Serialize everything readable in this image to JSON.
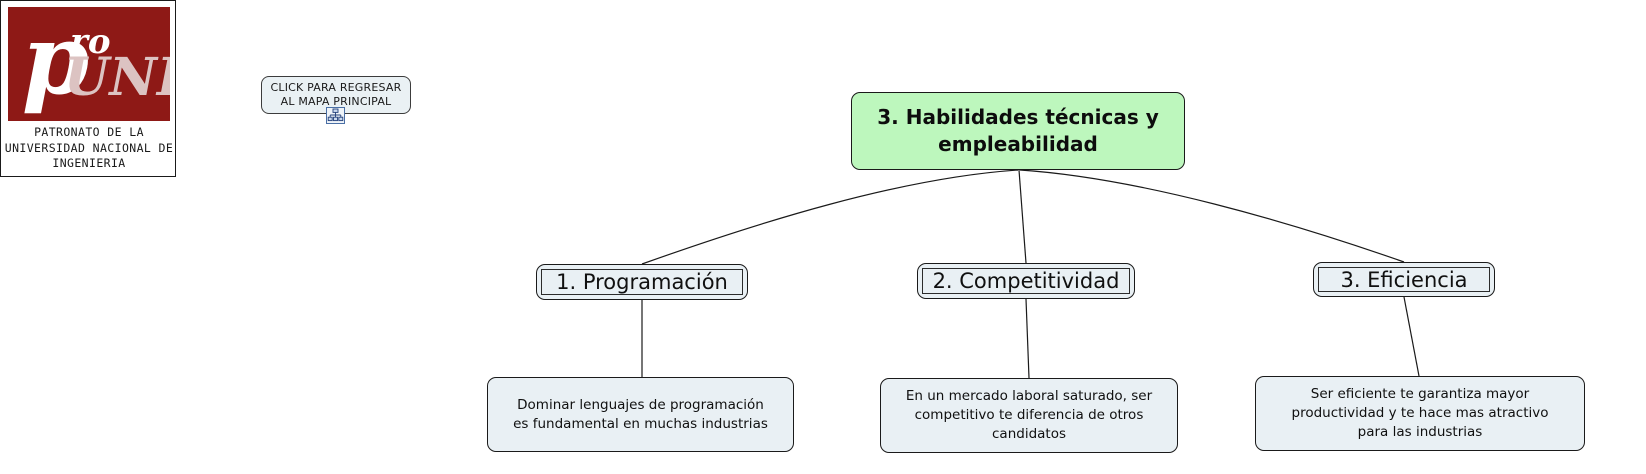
{
  "logo": {
    "brand_primary": "pro",
    "brand_secondary": "UNI",
    "caption": "PATRONATO DE LA\nUNIVERSIDAD NACIONAL\nDE INGENIERIA",
    "color_red": "#8e1916"
  },
  "return_button": {
    "label": "CLICK PARA REGRESAR\nAL MAPA PRINCIPAL",
    "icon": "mindmap-icon"
  },
  "mindmap": {
    "root": {
      "label": "3. Habilidades técnicas y empleabilidad",
      "color": "#bdf7bd"
    },
    "branches": [
      {
        "label": "1. Programación",
        "detail": "Dominar lenguajes de programación\nes fundamental en muchas industrias",
        "color": "#e9f0f4"
      },
      {
        "label": "2. Competitividad",
        "detail": "En un mercado laboral saturado, ser\ncompetitivo te diferencia de otros\ncandidatos",
        "color": "#e9f0f4"
      },
      {
        "label": "3. Eficiencia",
        "detail": "Ser eficiente te garantiza mayor\nproductividad y te hace mas atractivo\npara las industrias",
        "color": "#e9f0f4"
      }
    ]
  }
}
